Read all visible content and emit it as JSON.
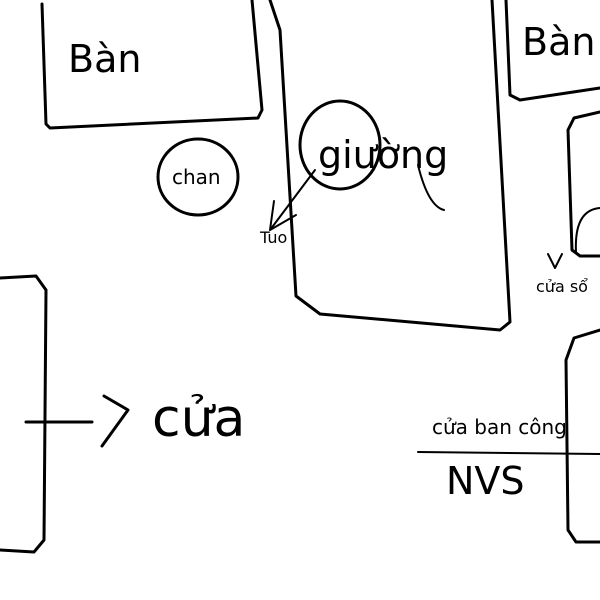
{
  "labels": {
    "ban_top_left": "Bàn",
    "ban_top_right": "Bàn",
    "chan": "chan",
    "giuong": "giường",
    "tuo": "Tuo",
    "cua_so": "cửa sổ",
    "cua": "cửa",
    "cua_ban_cong": "cửa ban công",
    "nvs": "NVS"
  }
}
